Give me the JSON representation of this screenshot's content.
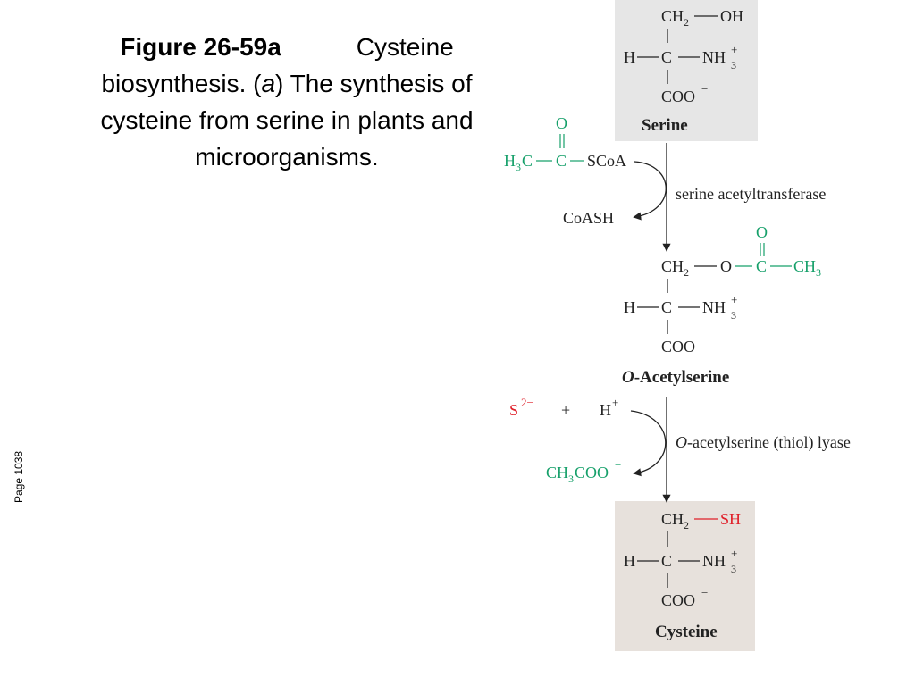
{
  "caption": {
    "figure_label": "Figure 26-59a",
    "text_1": "Cysteine biosynthesis. (",
    "text_italic": "a",
    "text_2": ") The synthesis of cysteine from serine in plants and microorganisms."
  },
  "page_label": "Page 1038",
  "colors": {
    "green": "#16a06a",
    "red": "#e0202a",
    "serine_box": "#e6e6e6",
    "cysteine_box": "#e7e1dc"
  },
  "chem": {
    "ch2": "CH",
    "two": "2",
    "three": "3",
    "oh": "OH",
    "h": "H",
    "c": "C",
    "nh": "NH",
    "plus": "+",
    "coo": "COO",
    "minus": "−",
    "o": "O",
    "sh": "SH",
    "s": "S",
    "two_minus": "2−",
    "scoa": "SCoA",
    "coash": "CoASH",
    "ch3coo_a": "CH",
    "ch3coo_b": "COO"
  },
  "labels": {
    "serine": "Serine",
    "o_acetylserine_italic": "O",
    "o_acetylserine_rest": "-Acetylserine",
    "cysteine": "Cysteine",
    "enzyme_1": "serine acetyltransferase",
    "enzyme_2_italic": "O",
    "enzyme_2_rest": "-acetylserine (thiol) lyase"
  }
}
